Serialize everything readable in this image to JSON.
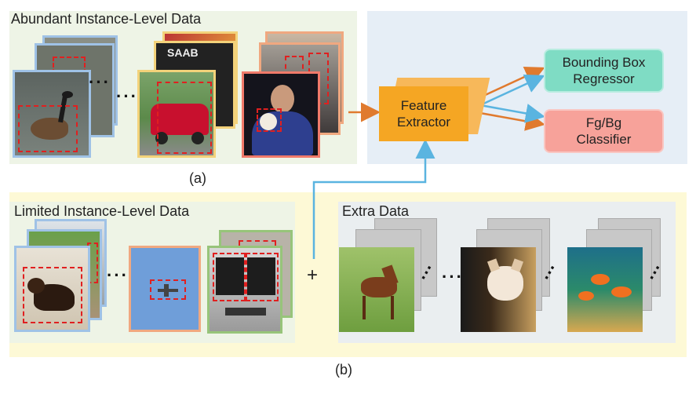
{
  "panel_a": {
    "title": "Abundant Instance-Level Data",
    "caption": "(a)"
  },
  "panel_b": {
    "caption": "(b)",
    "limited_title": "Limited Instance-Level Data",
    "extra_title": "Extra Data",
    "plus": "+"
  },
  "feature_extractor": {
    "line1": "Feature",
    "line2": "Extractor"
  },
  "bbox_regressor": {
    "line1": "Bounding Box",
    "line2": "Regressor"
  },
  "fgbg_classifier": {
    "line1": "Fg/Bg",
    "line2": "Classifier"
  },
  "photo_text": {
    "saab": "SAAB"
  },
  "ellipsis": "···",
  "colors": {
    "feature_box": "#f5a623",
    "regressor_box": "#7fdcc4",
    "classifier_box": "#f7a29a",
    "orange_arrow": "#e07a2e",
    "blue_arrow": "#5ab4e0",
    "dashed_box": "#e02020"
  }
}
